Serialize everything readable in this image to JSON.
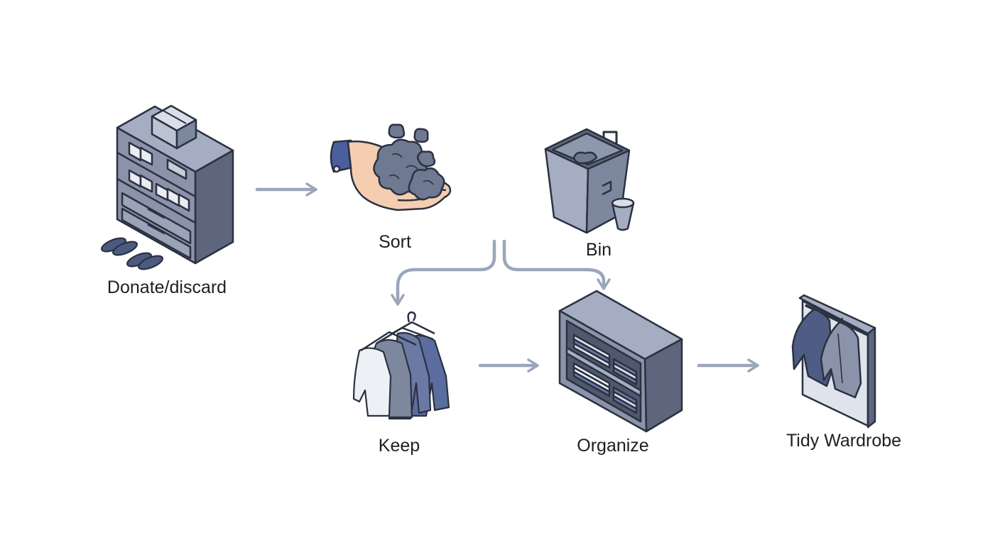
{
  "diagram": {
    "nodes": [
      {
        "id": "donate",
        "label": "Donate/discard",
        "icon": "cabinet-shelf-icon"
      },
      {
        "id": "sort",
        "label": "Sort",
        "icon": "hand-holding-clothes-icon"
      },
      {
        "id": "bin",
        "label": "Bin",
        "icon": "trash-bin-icon"
      },
      {
        "id": "keep",
        "label": "Keep",
        "icon": "clothes-on-hangers-icon"
      },
      {
        "id": "organize",
        "label": "Organize",
        "icon": "open-shelf-icon"
      },
      {
        "id": "tidy",
        "label": "Tidy Wardrobe",
        "icon": "wardrobe-rack-icon"
      }
    ],
    "edges": [
      {
        "from": "donate",
        "to": "sort"
      },
      {
        "from": "sort",
        "to": "keep"
      },
      {
        "from": "sort",
        "to": "organize"
      },
      {
        "from": "keep",
        "to": "organize"
      },
      {
        "from": "organize",
        "to": "tidy"
      }
    ],
    "colors": {
      "outline": "#2b3140",
      "metal": "#7d879e",
      "metal_light": "#a4adc1",
      "metal_dark": "#5d667c",
      "arrow": "#9aa6ba",
      "skin": "#f5cdb0",
      "sleeve": "#4a5f9c",
      "text": "#1c1f24"
    }
  }
}
